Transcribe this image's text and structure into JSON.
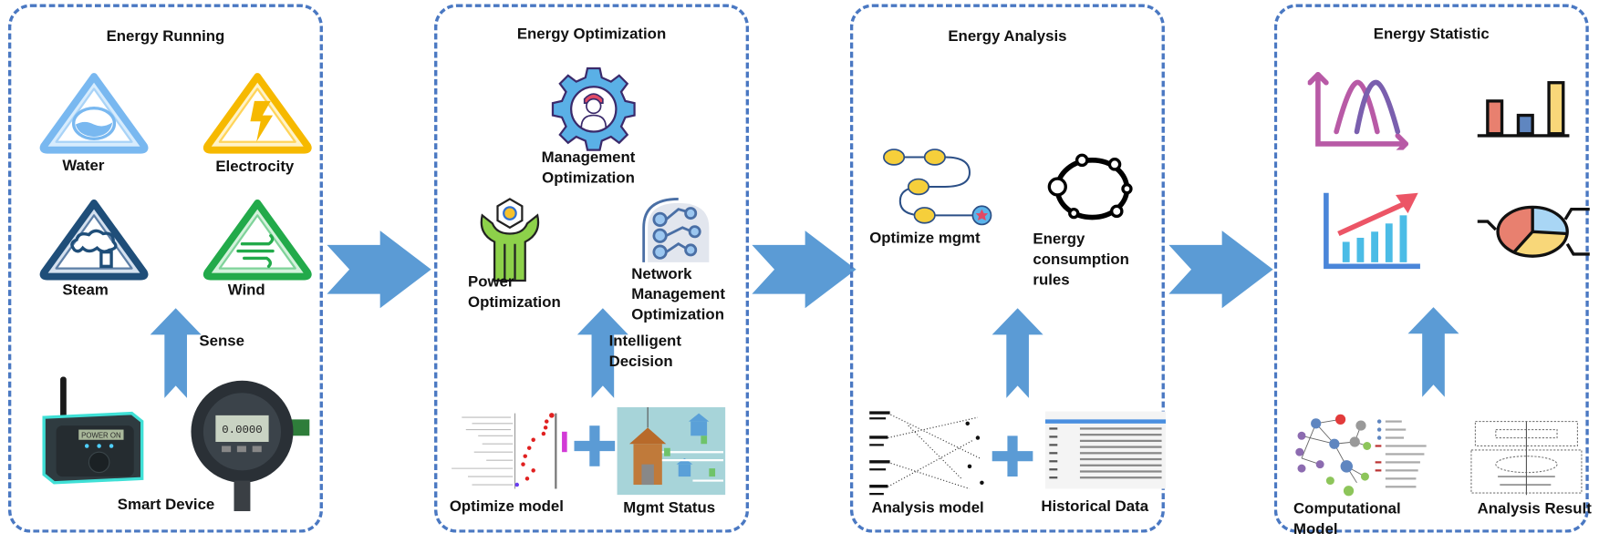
{
  "panels": [
    {
      "title": "Energy Running",
      "items": [
        "Water",
        "Electrocity",
        "Steam",
        "Wind"
      ],
      "arrow_label": "Sense",
      "source_label": "Smart Device"
    },
    {
      "title": "Energy Optimization",
      "items": [
        "Management\nOptimization",
        "Power\nOptimization",
        "Network\nManagement\nOptimization"
      ],
      "arrow_label": "Intelligent\nDecision",
      "source_labels": [
        "Optimize model",
        "Mgmt Status"
      ]
    },
    {
      "title": "Energy Analysis",
      "items": [
        "Optimize mgmt",
        "Energy\nconsumption\nrules"
      ],
      "source_labels": [
        "Analysis model",
        "Historical Data"
      ]
    },
    {
      "title": "Energy Statistic",
      "icons": [
        "distribution-curve-icon",
        "bar-chart-icon",
        "growth-chart-icon",
        "pie-chart-icon"
      ],
      "source_labels": [
        "Computational\nModel",
        "Analysis Result"
      ]
    }
  ],
  "device_readout": "0.0000",
  "device_badge": "POWER ON",
  "colors": {
    "border": "#4a78c2",
    "arrow": "#5b9bd5",
    "water": "#79b8f0",
    "electricity": "#f6b900",
    "steam": "#1f4e79",
    "wind": "#22aa4a"
  }
}
